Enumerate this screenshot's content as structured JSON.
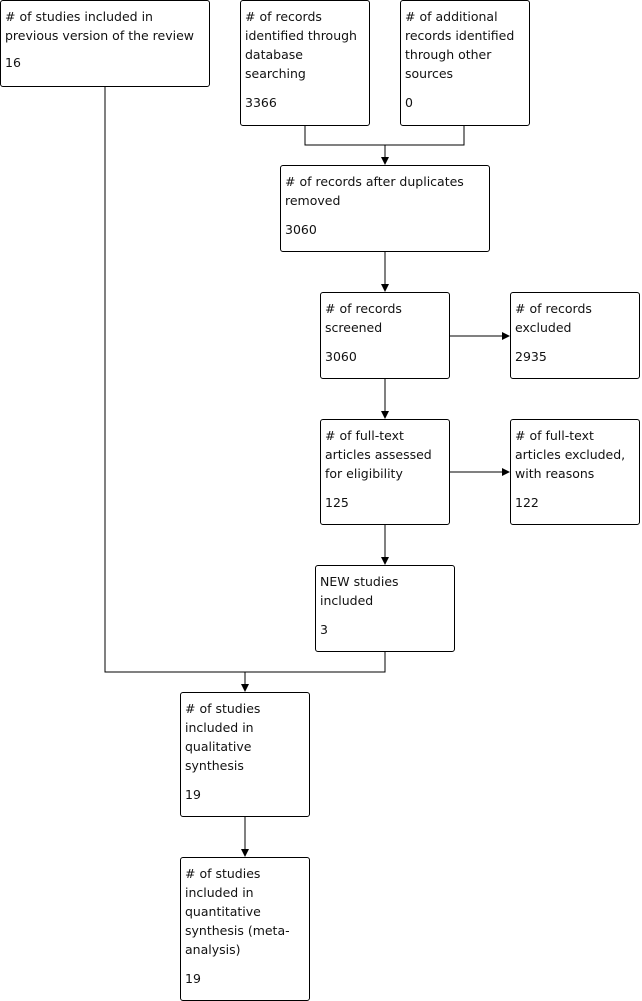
{
  "boxes": {
    "previous": {
      "label": "# of studies included in previous version of the review",
      "count": "16"
    },
    "database": {
      "label": "# of records identified through database searching",
      "count": "3366"
    },
    "other_sources": {
      "label": "# of additional records identified through other sources",
      "count": "0"
    },
    "after_duplicates": {
      "label": "# of records after duplicates removed",
      "count": "3060"
    },
    "screened": {
      "label": "# of records screened",
      "count": "3060"
    },
    "excluded": {
      "label": "# of records excluded",
      "count": "2935"
    },
    "fulltext_assessed": {
      "label": "# of full-text articles assessed for eligibility",
      "count": "125"
    },
    "fulltext_excluded": {
      "label": "# of full-text articles excluded, with reasons",
      "count": "122"
    },
    "new_included": {
      "label": "NEW studies included",
      "count": "3"
    },
    "qualitative": {
      "label": "# of studies included in qualitative synthesis",
      "count": "19"
    },
    "quantitative": {
      "label": "# of studies included in quantitative synthesis (meta-analysis)",
      "count": "19"
    }
  }
}
